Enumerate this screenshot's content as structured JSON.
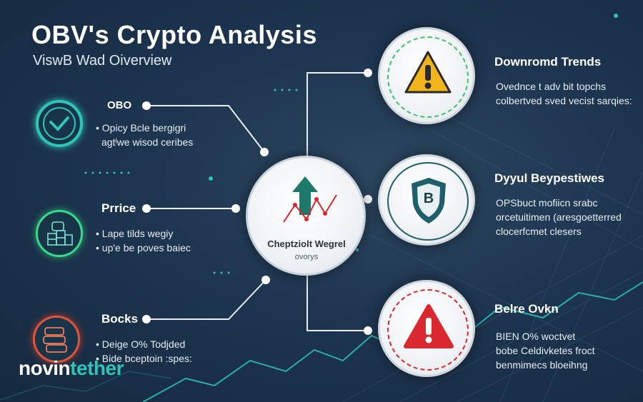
{
  "title": "OBV's Crypto Analysis",
  "subtitle": "ViswB Wad Oiverview",
  "center": {
    "label": "Cheptziolt Wegrel",
    "sub": "ovorys"
  },
  "left_items": [
    {
      "label": "OBO",
      "lines": [
        "• Opicy Bcle bergigri",
        "agtˡwe wisod ceribes"
      ],
      "icon": "check-icon"
    },
    {
      "label": "Prrice",
      "lines": [
        "• Lape tilds wegiy",
        "• up'e be poves baiec"
      ],
      "icon": "coins-stack-icon"
    },
    {
      "label": "Bocks",
      "lines": [
        "• Deige O% Todjded",
        "• Bide bceptoin :spes:"
      ],
      "icon": "books-stack-icon"
    }
  ],
  "right_items": [
    {
      "label": "Downromd Trends",
      "lines": [
        "Ovednce t adv bit topchs",
        "colbertved sved vecist sarqies:"
      ],
      "icon": "warning-icon"
    },
    {
      "label": "Dyyul Beypestiwes",
      "lines": [
        "OPSbuct mofiicn srabc",
        "orcetuitimen (aresgoetterred",
        "clocerfcmet clesers"
      ],
      "icon": "shield-bitcoin-icon",
      "badge": "B"
    },
    {
      "label": "Belre Ovkn",
      "lines": [
        "BIEN O% woctvet",
        "bobe Celdivketes froct",
        "benmimecs bloeihng"
      ],
      "icon": "alert-icon"
    }
  ],
  "logo": {
    "part1": "novin",
    "part2": "tether"
  },
  "colors": {
    "accent_teal": "#2ec4b6",
    "warning_yellow": "#f2b51e",
    "alert_red": "#d9282f",
    "shield_teal": "#1f5f6b"
  }
}
